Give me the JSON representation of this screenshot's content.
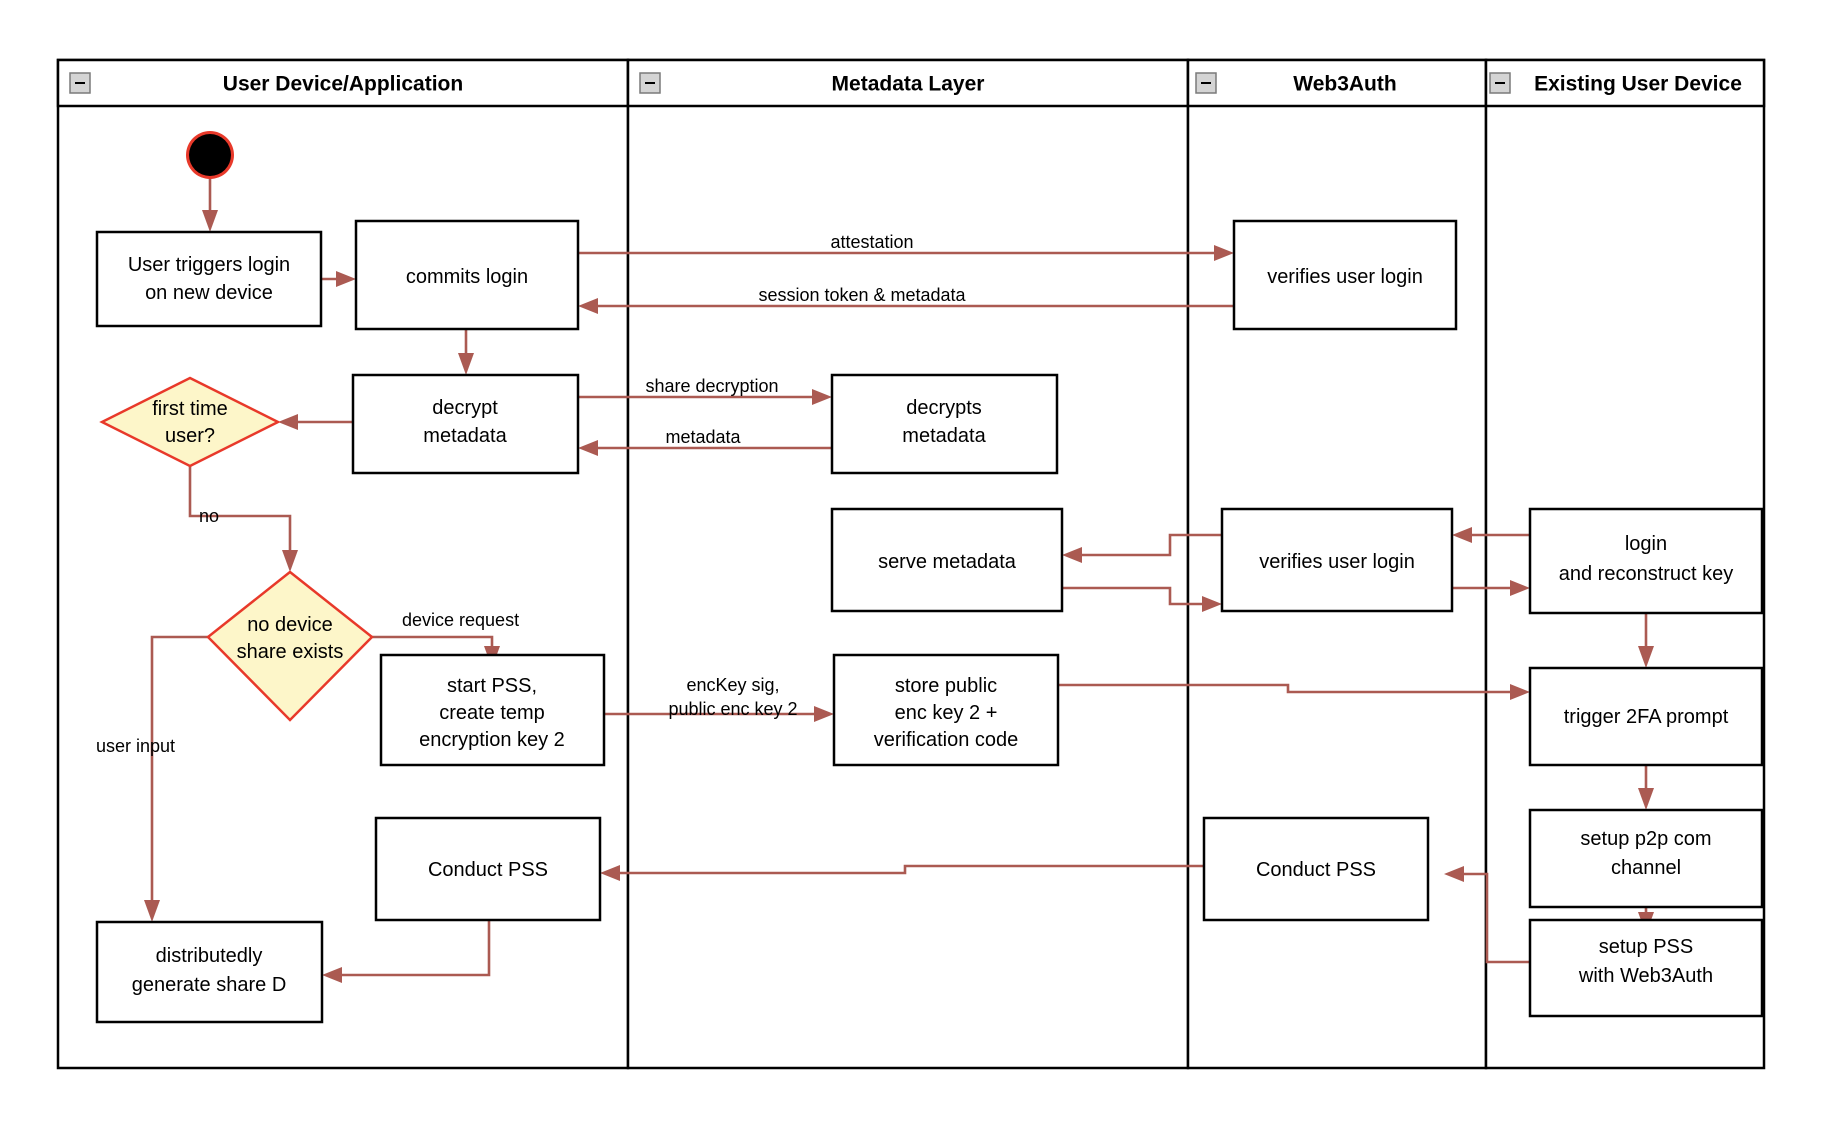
{
  "diagram": {
    "type": "swimlane-activity-diagram",
    "background_color": "#ffffff",
    "edge_color": "#ab5a52",
    "decision_fill": "#fdf6c9",
    "decision_stroke": "#e8392a",
    "node_stroke": "#000000",
    "start_node_color": "#000000",
    "start_node_ring_color": "#e8392a"
  },
  "lanes": [
    {
      "id": "lane-user-device",
      "title": "User Device/Application",
      "collapse_icon": "minus-collapse-icon"
    },
    {
      "id": "lane-metadata",
      "title": "Metadata Layer",
      "collapse_icon": "minus-collapse-icon"
    },
    {
      "id": "lane-web3auth",
      "title": "Web3Auth",
      "collapse_icon": "minus-collapse-icon"
    },
    {
      "id": "lane-existing-device",
      "title": "Existing User Device",
      "collapse_icon": "minus-collapse-icon"
    }
  ],
  "nodes": {
    "start": {
      "label": "",
      "shape": "start-dot",
      "lane": "lane-user-device"
    },
    "user_triggers_login": {
      "line1": "User triggers login",
      "line2": "on new device",
      "shape": "rect",
      "lane": "lane-user-device"
    },
    "commits_login": {
      "line1": "commits login",
      "shape": "rect",
      "lane": "lane-user-device"
    },
    "verifies_user_login_1": {
      "line1": "verifies user login",
      "shape": "rect",
      "lane": "lane-web3auth"
    },
    "decrypt_metadata": {
      "line1": "decrypt",
      "line2": "metadata",
      "shape": "rect",
      "lane": "lane-user-device"
    },
    "decrypts_metadata": {
      "line1": "decrypts",
      "line2": "metadata",
      "shape": "rect",
      "lane": "lane-metadata"
    },
    "first_time_user": {
      "line1": "first time",
      "line2": "user?",
      "shape": "diamond",
      "lane": "lane-user-device"
    },
    "serve_metadata": {
      "line1": "serve metadata",
      "shape": "rect",
      "lane": "lane-metadata"
    },
    "verifies_user_login_2": {
      "line1": "verifies user login",
      "shape": "rect",
      "lane": "lane-web3auth"
    },
    "login_reconstruct": {
      "line1": "login",
      "line2": "and reconstruct key",
      "shape": "rect",
      "lane": "lane-existing-device"
    },
    "no_device_share": {
      "line1": "no device",
      "line2": "share exists",
      "shape": "diamond",
      "lane": "lane-user-device"
    },
    "start_pss": {
      "line1": "start PSS,",
      "line2": "create temp",
      "line3": "encryption key 2",
      "shape": "rect",
      "lane": "lane-user-device"
    },
    "store_public_enc": {
      "line1": "store public",
      "line2": "enc key 2 +",
      "line3": "verification code",
      "shape": "rect",
      "lane": "lane-metadata"
    },
    "trigger_2fa": {
      "line1": "trigger 2FA prompt",
      "shape": "rect",
      "lane": "lane-existing-device"
    },
    "setup_p2p": {
      "line1": "setup p2p com",
      "line2": "channel",
      "shape": "rect",
      "lane": "lane-existing-device"
    },
    "conduct_pss_user": {
      "line1": "Conduct PSS",
      "shape": "rect",
      "lane": "lane-user-device"
    },
    "conduct_pss_web3auth": {
      "line1": "Conduct PSS",
      "shape": "rect",
      "lane": "lane-web3auth"
    },
    "setup_pss_web3auth": {
      "line1": "setup PSS",
      "line2": "with Web3Auth",
      "shape": "rect",
      "lane": "lane-existing-device"
    },
    "generate_share_d": {
      "line1": "distributedly",
      "line2": "generate share D",
      "shape": "rect",
      "lane": "lane-user-device"
    }
  },
  "edge_labels": {
    "attestation": "attestation",
    "session_token": "session token & metadata",
    "share_decryption": "share decryption",
    "metadata": "metadata",
    "no": "no",
    "device_request": "device request",
    "enckey_sig_line1": "encKey sig,",
    "enckey_sig_line2": "public enc key 2",
    "user_input": "user input"
  }
}
